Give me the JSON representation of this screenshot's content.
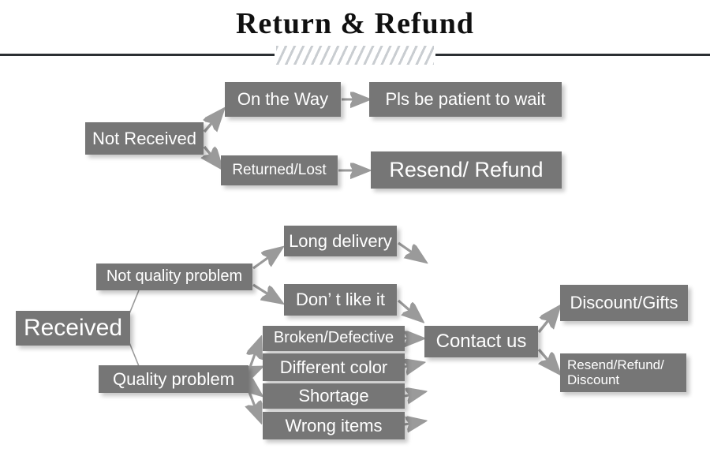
{
  "header": {
    "title": "Return & Refund",
    "divider_icon": "diagonal-hatch-divider"
  },
  "diagram": {
    "type": "flowchart",
    "box_color": "#767676",
    "text_color": "#ffffff",
    "arrow_color": "#9a9a9a",
    "nodes": {
      "not_received": "Not Received",
      "on_the_way": "On the Way",
      "pls_be_patient": "Pls be patient to wait",
      "returned_lost": "Returned/Lost",
      "resend_refund": "Resend/ Refund",
      "received": "Received",
      "not_quality_problem": "Not quality problem",
      "quality_problem": "Quality problem",
      "long_delivery": "Long delivery",
      "dont_like_it": "Don’ t like it",
      "broken_defective": "Broken/Defective",
      "different_color": "Different color",
      "shortage": "Shortage",
      "wrong_items": "Wrong items",
      "contact_us": "Contact us",
      "discount_gifts": "Discount/Gifts",
      "resend_refund_discount_line1": "Resend/Refund/",
      "resend_refund_discount_line2": "Discount"
    },
    "edges": [
      {
        "from": "not_received",
        "to": "on_the_way",
        "arrow": true
      },
      {
        "from": "not_received",
        "to": "returned_lost",
        "arrow": true
      },
      {
        "from": "on_the_way",
        "to": "pls_be_patient",
        "arrow": true
      },
      {
        "from": "returned_lost",
        "to": "resend_refund",
        "arrow": true
      },
      {
        "from": "received",
        "to": "not_quality_problem",
        "arrow": false
      },
      {
        "from": "received",
        "to": "quality_problem",
        "arrow": false
      },
      {
        "from": "not_quality_problem",
        "to": "long_delivery",
        "arrow": true
      },
      {
        "from": "not_quality_problem",
        "to": "dont_like_it",
        "arrow": true
      },
      {
        "from": "quality_problem",
        "to": "broken_defective",
        "arrow": true
      },
      {
        "from": "quality_problem",
        "to": "different_color",
        "arrow": true
      },
      {
        "from": "quality_problem",
        "to": "shortage",
        "arrow": true
      },
      {
        "from": "quality_problem",
        "to": "wrong_items",
        "arrow": true
      },
      {
        "from": "long_delivery",
        "to": "contact_us",
        "arrow": true
      },
      {
        "from": "dont_like_it",
        "to": "contact_us",
        "arrow": true
      },
      {
        "from": "broken_defective",
        "to": "contact_us",
        "arrow": true
      },
      {
        "from": "different_color",
        "to": "contact_us",
        "arrow": true
      },
      {
        "from": "shortage",
        "to": "contact_us",
        "arrow": true
      },
      {
        "from": "wrong_items",
        "to": "contact_us",
        "arrow": true
      },
      {
        "from": "contact_us",
        "to": "discount_gifts",
        "arrow": true
      },
      {
        "from": "contact_us",
        "to": "resend_refund_discount",
        "arrow": true
      }
    ]
  }
}
